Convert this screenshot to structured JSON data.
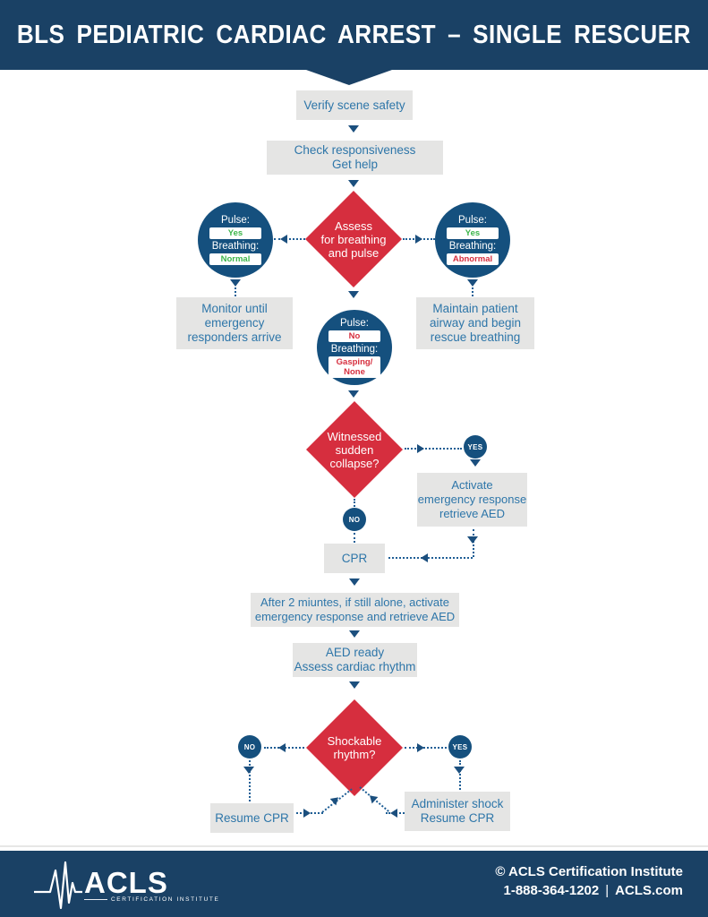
{
  "header": {
    "title": "BLS PEDIATRIC CARDIAC ARREST – SINGLE RESCUER"
  },
  "colors": {
    "band_navy": "#1a4165",
    "diamond_red": "#d62e3e",
    "circle_blue": "#15507e",
    "box_gray": "#e5e5e4",
    "box_text_blue": "#2e76a9",
    "value_green": "#3cb54a",
    "value_red": "#d62e3e",
    "connector_blue": "#1f5e95"
  },
  "nodes": {
    "verify": "Verify scene safety",
    "check": "Check responsiveness\nGet help",
    "assess": "Assess\nfor breathing\nand pulse",
    "monitor": "Monitor until\nemergency\nresponders arrive",
    "maintain": "Maintain patient\nairway and begin\nrescue breathing",
    "witnessed": "Witnessed\nsudden\ncollapse?",
    "activate": "Activate\nemergency response\nretrieve AED",
    "cpr": "CPR",
    "after2": "After 2 miuntes, if still alone, activate\nemergency response and retrieve AED",
    "aed_ready": "AED ready\nAssess cardiac rhythm",
    "shockable": "Shockable\nrhythm?",
    "resume": "Resume CPR",
    "administer": "Administer shock\nResume CPR"
  },
  "circles": {
    "left": {
      "pulse_label": "Pulse:",
      "pulse_value": "Yes",
      "breathing_label": "Breathing:",
      "breathing_value": "Normal"
    },
    "right": {
      "pulse_label": "Pulse:",
      "pulse_value": "Yes",
      "breathing_label": "Breathing:",
      "breathing_value": "Abnormal"
    },
    "center": {
      "pulse_label": "Pulse:",
      "pulse_value": "No",
      "breathing_label": "Breathing:",
      "breathing_value": "Gasping/\nNone"
    }
  },
  "badges": {
    "witnessed_yes": "YES",
    "witnessed_no": "NO",
    "shockable_no": "NO",
    "shockable_yes": "YES"
  },
  "footer": {
    "logo_text": "ACLS",
    "logo_sub": "CERTIFICATION INSTITUTE",
    "copyright": "© ACLS Certification Institute",
    "phone": "1-888-364-1202",
    "separator": "|",
    "website": "ACLS.com"
  }
}
